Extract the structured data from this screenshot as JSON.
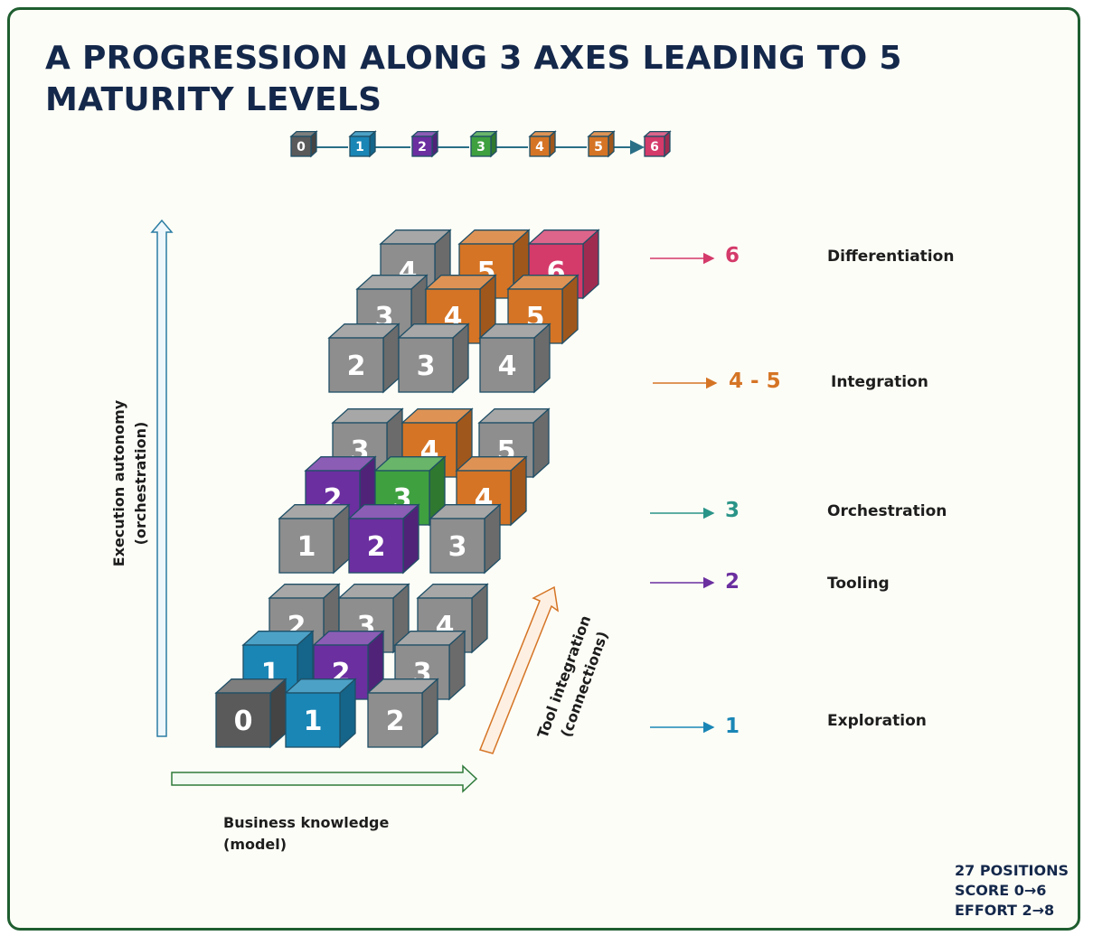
{
  "title": "A PROGRESSION ALONG 3 AXES LEADING TO 5 MATURITY LEVELS",
  "colors": {
    "frame": "#1f5e30",
    "title": "#14284b",
    "score_0": "#5a5a5a",
    "score_1": "#1a86b6",
    "score_2": "#6b2fa0",
    "score_3": "#3fa040",
    "score_4": "#d57425",
    "score_5": "#d57425",
    "score_6": "#d43a6a",
    "grey_cube": "#8e8e8e"
  },
  "legend_scale": [
    "0",
    "1",
    "2",
    "3",
    "4",
    "5",
    "6"
  ],
  "axes": {
    "vertical_line1": "Execution autonomy",
    "vertical_line2": "(orchestration)",
    "diagonal_line1": "Tool integration",
    "diagonal_line2": "(connections)",
    "horizontal_line1": "Business knowledge",
    "horizontal_line2": "(model)"
  },
  "levels": [
    {
      "score": "6",
      "name": "Differentiation",
      "color": "#d43a6a"
    },
    {
      "score": "4 - 5",
      "name": "Integration",
      "color": "#d57425"
    },
    {
      "score": "3",
      "name": "Orchestration",
      "color": "#2a9488"
    },
    {
      "score": "2",
      "name": "Tooling",
      "color": "#6b2fa0"
    },
    {
      "score": "1",
      "name": "Exploration",
      "color": "#1a86b6"
    }
  ],
  "cube_layers": [
    {
      "rows": [
        [
          {
            "n": "2",
            "c": "grey"
          },
          {
            "n": "3",
            "c": "grey"
          },
          {
            "n": "4",
            "c": "grey"
          }
        ],
        [
          {
            "n": "1",
            "c": "blue"
          },
          {
            "n": "2",
            "c": "purple"
          },
          {
            "n": "3",
            "c": "grey"
          }
        ],
        [
          {
            "n": "0",
            "c": "dark"
          },
          {
            "n": "1",
            "c": "blue"
          },
          {
            "n": "2",
            "c": "grey"
          }
        ]
      ]
    },
    {
      "rows": [
        [
          {
            "n": "3",
            "c": "grey"
          },
          {
            "n": "4",
            "c": "orange"
          },
          {
            "n": "5",
            "c": "grey"
          }
        ],
        [
          {
            "n": "2",
            "c": "purple"
          },
          {
            "n": "3",
            "c": "green"
          },
          {
            "n": "4",
            "c": "orange"
          }
        ],
        [
          {
            "n": "1",
            "c": "grey"
          },
          {
            "n": "2",
            "c": "purple"
          },
          {
            "n": "3",
            "c": "grey"
          }
        ]
      ]
    },
    {
      "rows": [
        [
          {
            "n": "4",
            "c": "grey"
          },
          {
            "n": "5",
            "c": "orange"
          },
          {
            "n": "6",
            "c": "pink"
          }
        ],
        [
          {
            "n": "3",
            "c": "grey"
          },
          {
            "n": "4",
            "c": "orange"
          },
          {
            "n": "5",
            "c": "orange"
          }
        ],
        [
          {
            "n": "2",
            "c": "grey"
          },
          {
            "n": "3",
            "c": "grey"
          },
          {
            "n": "4",
            "c": "grey"
          }
        ]
      ]
    }
  ],
  "stats": [
    "27 POSITIONS",
    "SCORE 0→6",
    "EFFORT 2→8"
  ]
}
